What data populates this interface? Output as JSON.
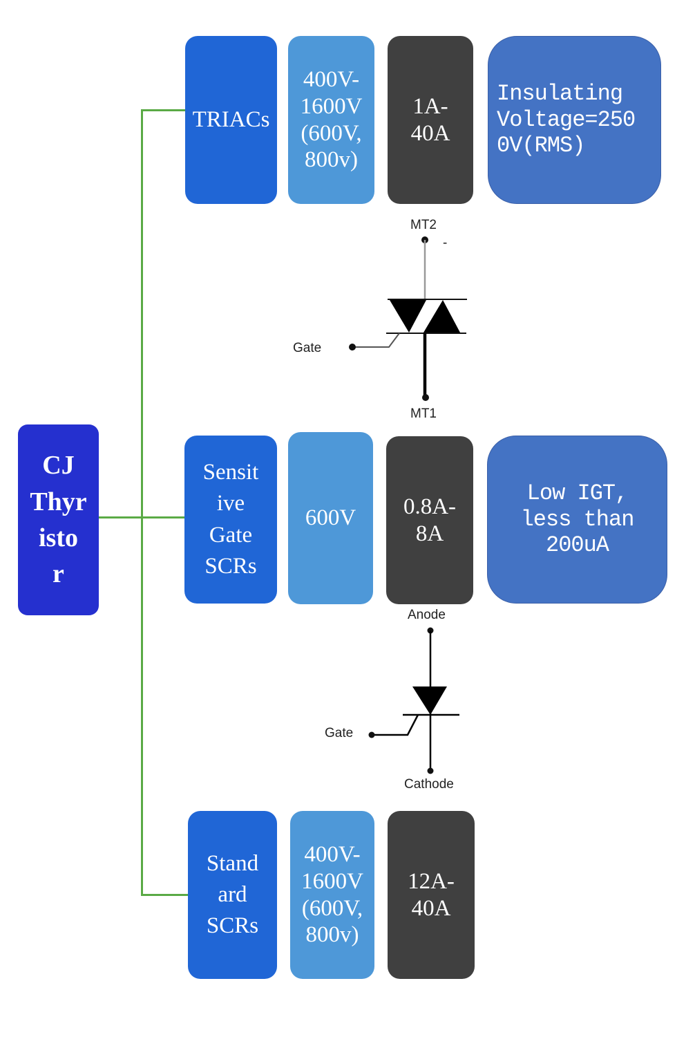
{
  "root": {
    "label": "CJ\nThyr\nisto\nr"
  },
  "rows": [
    {
      "category": "TRIACs",
      "voltage": "400V-\n1600V\n(600V,\n800v)",
      "current": "1A-\n40A",
      "feature": "Insulating\nVoltage=250\n0V(RMS)"
    },
    {
      "category": "Sensit\nive\nGate\nSCRs",
      "voltage": "600V",
      "current": "0.8A-\n8A",
      "feature": "Low IGT,\n less than\n200uA"
    },
    {
      "category": "Stand\nard\nSCRs",
      "voltage": "400V-\n1600V\n(600V,\n800v)",
      "current": "12A-\n40A"
    }
  ],
  "symbols": {
    "triac": {
      "top": "MT2",
      "bottom": "MT1",
      "gate": "Gate",
      "mark": "-"
    },
    "scr": {
      "top": "Anode",
      "bottom": "Cathode",
      "gate": "Gate"
    }
  },
  "colors": {
    "root": "#2530cf",
    "category": "#2066d6",
    "voltage": "#4e98d8",
    "current": "#404040",
    "feature": "#4473c4",
    "connector": "#5aaa45"
  }
}
